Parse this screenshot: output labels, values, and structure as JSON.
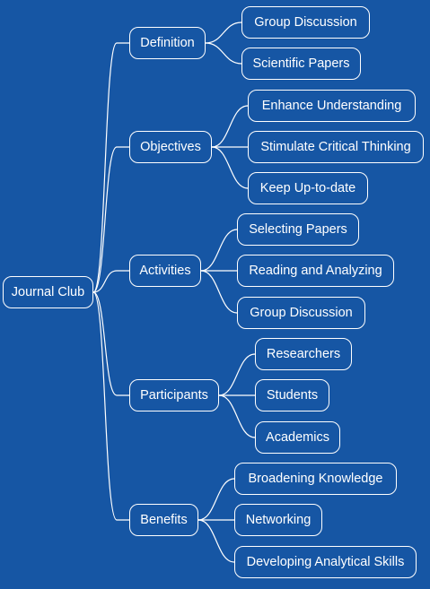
{
  "mindmap": {
    "root": {
      "label": "Journal Club"
    },
    "branches": [
      {
        "label": "Definition",
        "children": [
          "Group Discussion",
          "Scientific Papers"
        ]
      },
      {
        "label": "Objectives",
        "children": [
          "Enhance Understanding",
          "Stimulate Critical Thinking",
          "Keep Up-to-date"
        ]
      },
      {
        "label": "Activities",
        "children": [
          "Selecting Papers",
          "Reading and Analyzing",
          "Group Discussion"
        ]
      },
      {
        "label": "Participants",
        "children": [
          "Researchers",
          "Students",
          "Academics"
        ]
      },
      {
        "label": "Benefits",
        "children": [
          "Broadening Knowledge",
          "Networking",
          "Developing Analytical Skills"
        ]
      }
    ]
  }
}
